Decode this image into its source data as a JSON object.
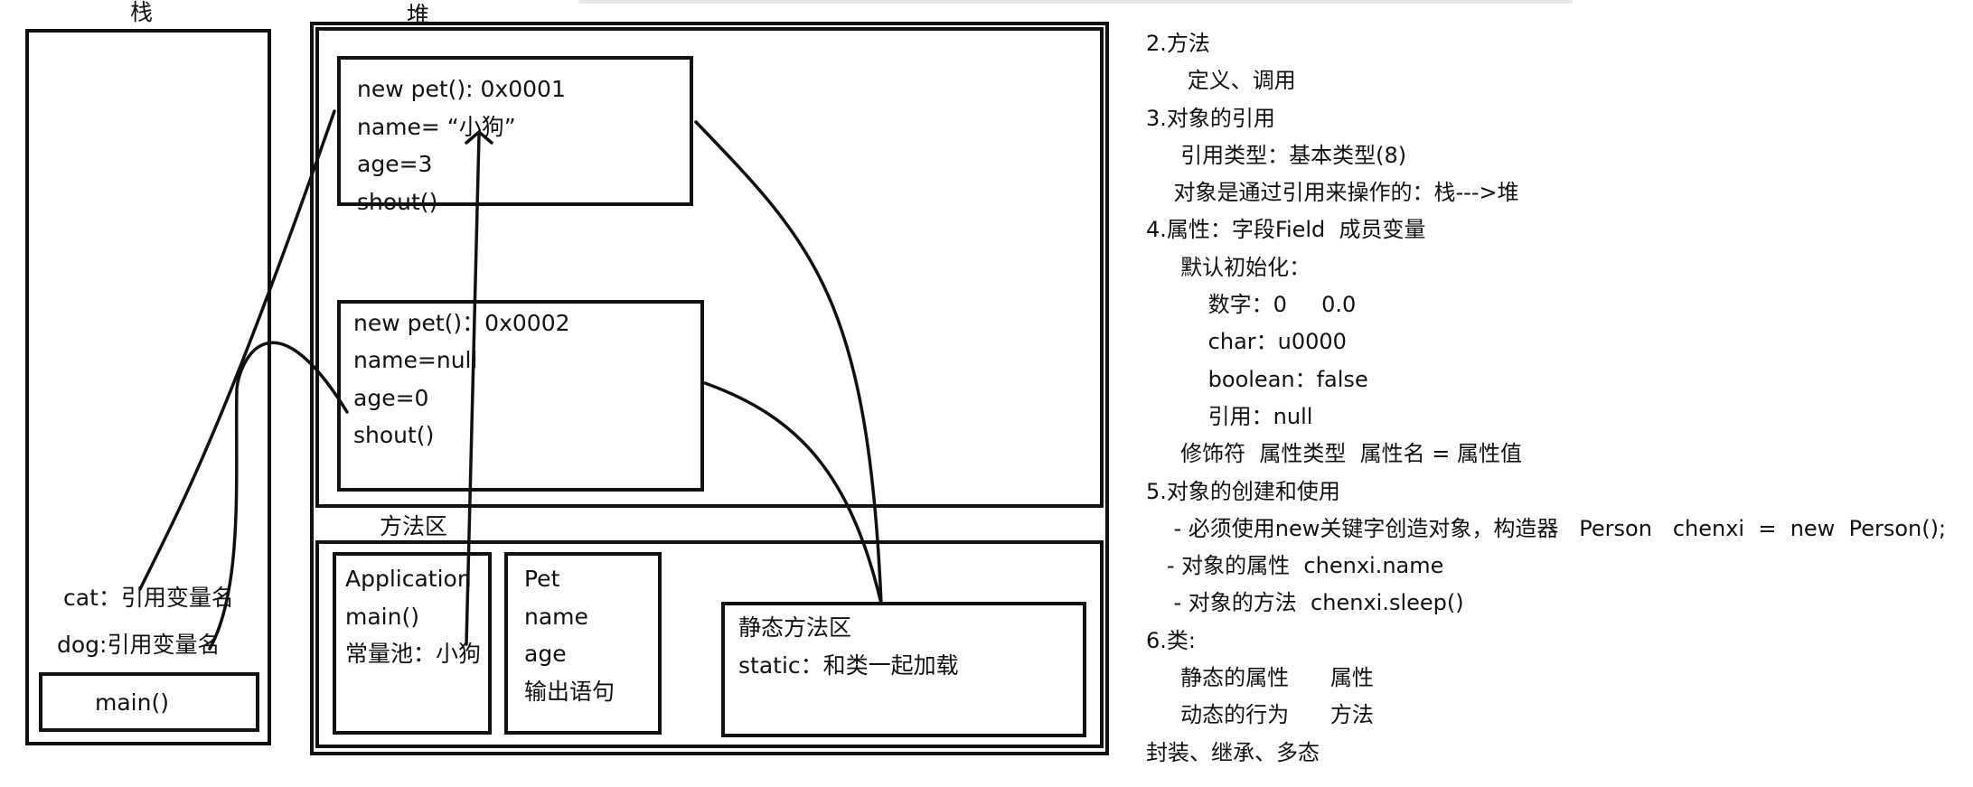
{
  "regions": {
    "stack": "栈",
    "heap": "堆",
    "method_area": "方法区"
  },
  "stack": {
    "cat": "cat：引用变量名",
    "dog": "dog:引用变量名",
    "main": "main()"
  },
  "heap": {
    "obj1": [
      "new  pet(): 0x0001",
      "name= “小狗”",
      "age=3",
      "shout()"
    ],
    "obj2": [
      "new  pet()：0x0002",
      "name=null",
      "age=0",
      "shout()"
    ]
  },
  "method_area": {
    "application": [
      "Application",
      "main()",
      "常量池：小狗"
    ],
    "pet": [
      "Pet",
      "name",
      "age",
      "输出语句"
    ],
    "static_area": [
      "静态方法区",
      "static：和类一起加载"
    ]
  },
  "notes": [
    "2.方法",
    "      定义、调用",
    "3.对象的引用",
    "     引用类型：基本类型(8)",
    "    对象是通过引用来操作的：栈--->堆",
    "4.属性：字段Field  成员变量",
    "     默认初始化：",
    "         数字：0     0.0",
    "         char：u0000",
    "         boolean：false",
    "         引用：null",
    "     修饰符  属性类型  属性名 = 属性值",
    "5.对象的创建和使用",
    "    - 必须使用new关键字创造对象，构造器   Person   chenxi  =  new  Person();",
    "   - 对象的属性  chenxi.name",
    "    - 对象的方法  chenxi.sleep()",
    "6.类:",
    "     静态的属性      属性",
    "     动态的行为      方法",
    "封装、继承、多态"
  ]
}
